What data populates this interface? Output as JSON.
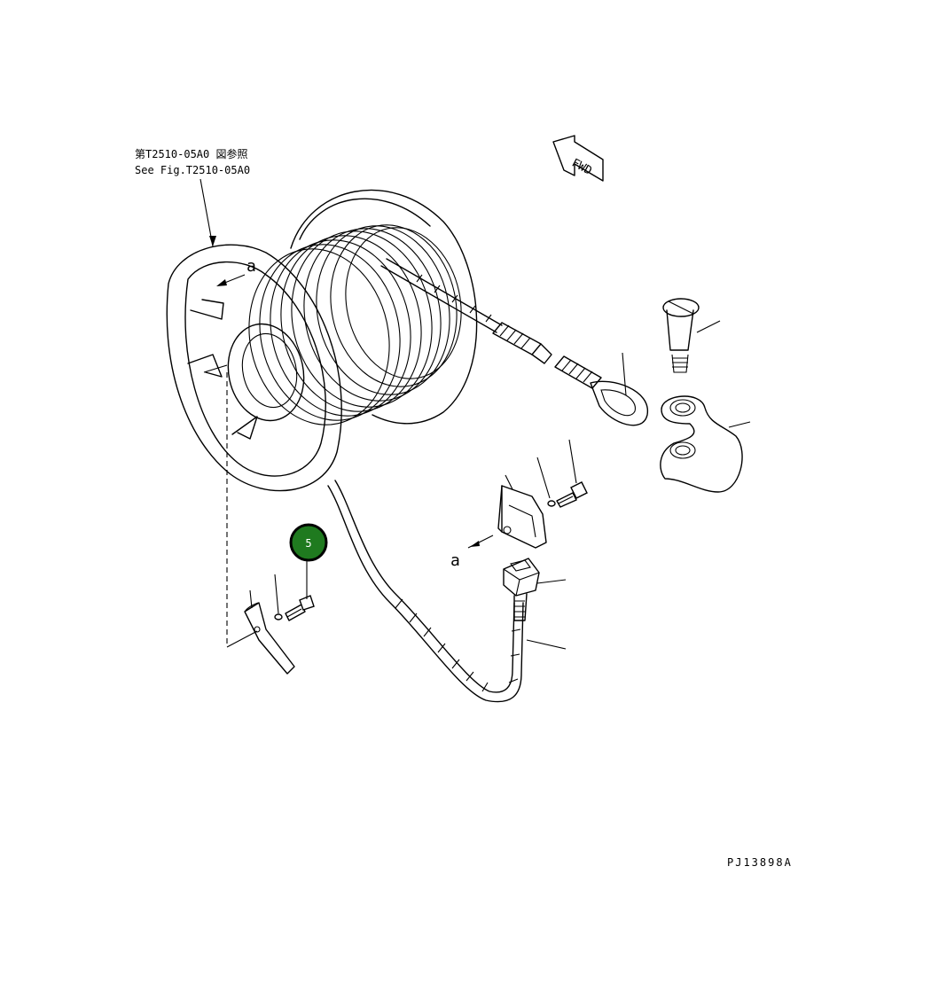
{
  "reference": {
    "jp": "第T2510-05A0 図参照",
    "en": "See Fig.T2510-05A0"
  },
  "direction_label": "FWD",
  "section_marks": [
    "a",
    "a"
  ],
  "callouts": [
    {
      "number": "5",
      "color": "#1f7a1f"
    }
  ],
  "figure_code": "PJ13898A",
  "colors": {
    "line": "#000000",
    "callout_fill": "#1f7a1f",
    "callout_ring": "#000000"
  },
  "icons": [
    "fwd-arrow-icon"
  ]
}
